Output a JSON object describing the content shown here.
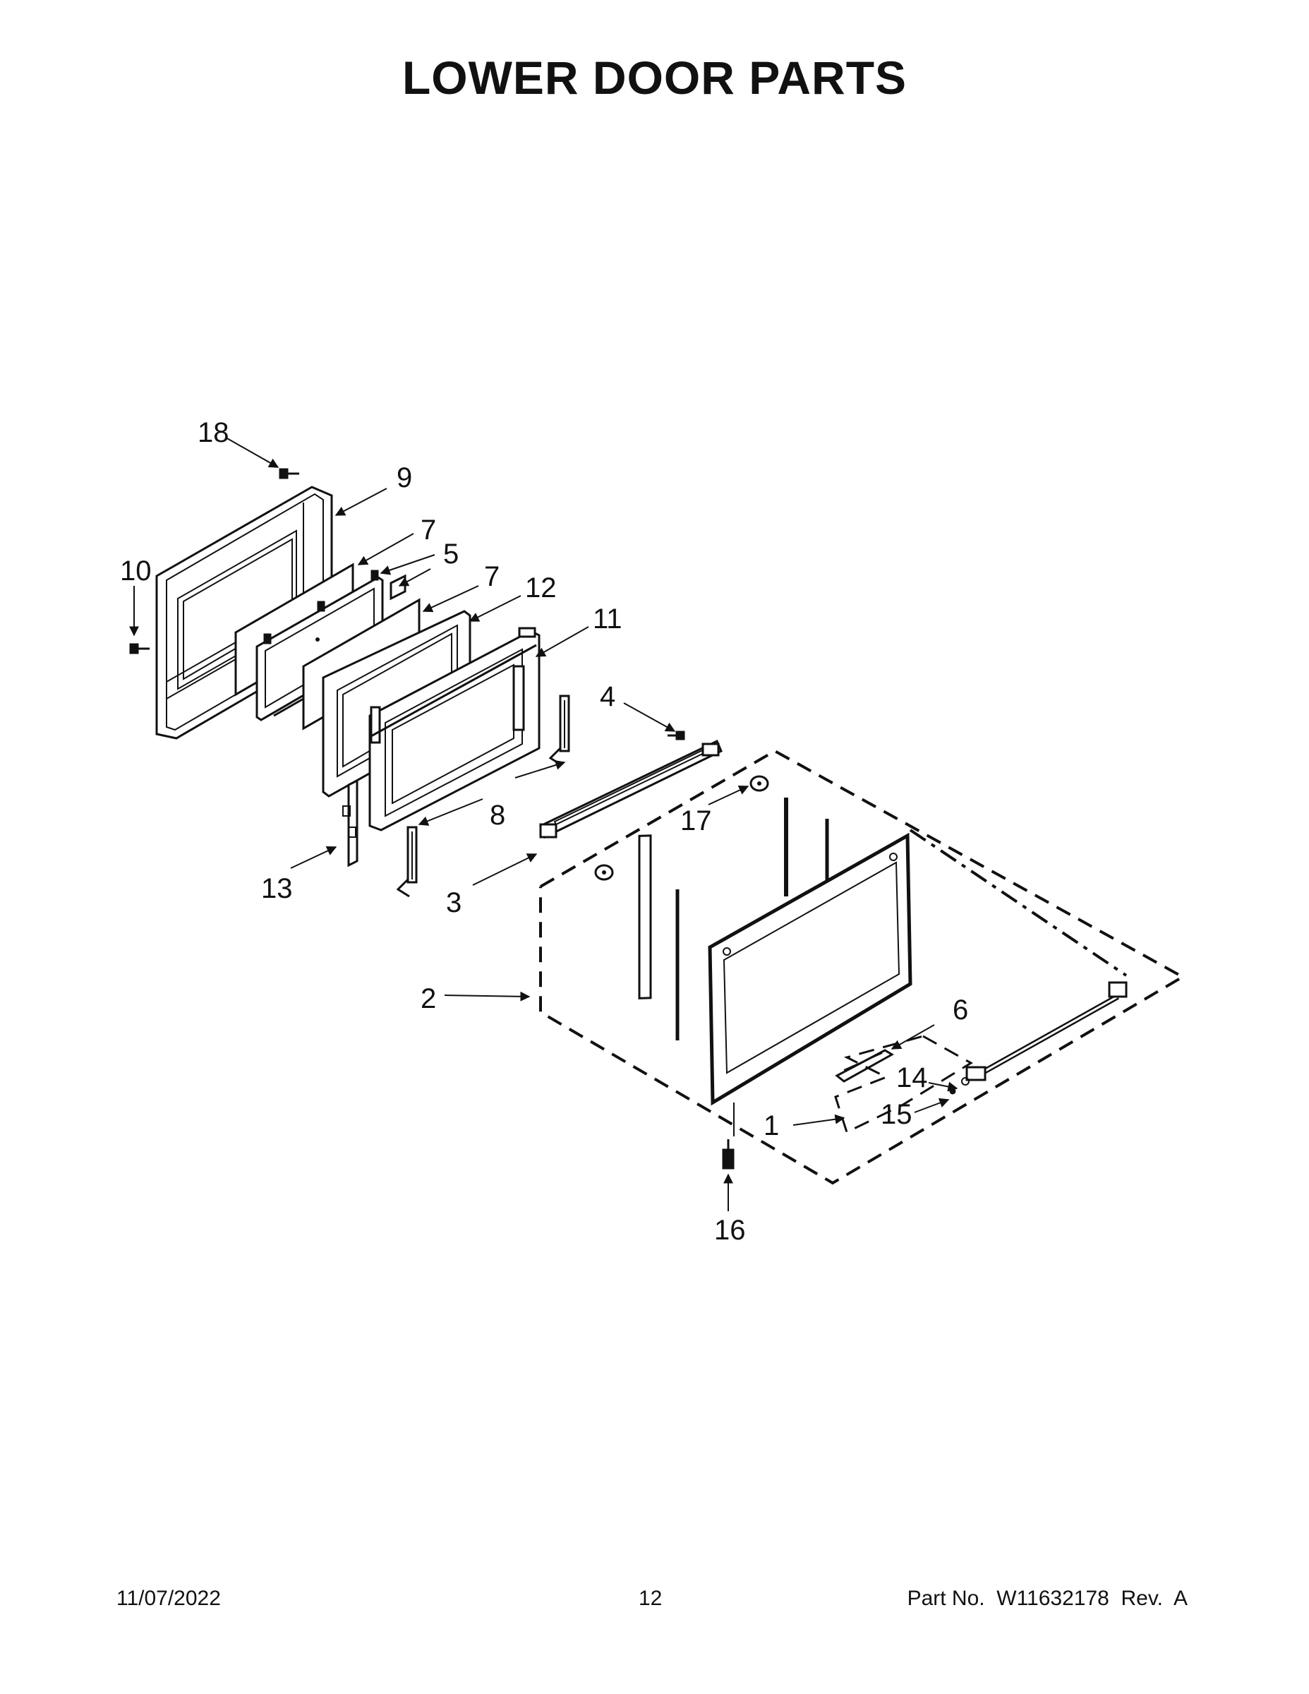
{
  "title": "LOWER DOOR PARTS",
  "callouts": [
    {
      "id": "1",
      "label": "1"
    },
    {
      "id": "2",
      "label": "2"
    },
    {
      "id": "3",
      "label": "3"
    },
    {
      "id": "4",
      "label": "4"
    },
    {
      "id": "5",
      "label": "5"
    },
    {
      "id": "6",
      "label": "6"
    },
    {
      "id": "7a",
      "label": "7"
    },
    {
      "id": "7b",
      "label": "7"
    },
    {
      "id": "8",
      "label": "8"
    },
    {
      "id": "9",
      "label": "9"
    },
    {
      "id": "10",
      "label": "10"
    },
    {
      "id": "11",
      "label": "11"
    },
    {
      "id": "12",
      "label": "12"
    },
    {
      "id": "13",
      "label": "13"
    },
    {
      "id": "14",
      "label": "14"
    },
    {
      "id": "15",
      "label": "15"
    },
    {
      "id": "16",
      "label": "16"
    },
    {
      "id": "17",
      "label": "17"
    },
    {
      "id": "18",
      "label": "18"
    }
  ],
  "footer": {
    "date": "11/07/2022",
    "page": "12",
    "part": "Part No.  W11632178  Rev.  A"
  }
}
